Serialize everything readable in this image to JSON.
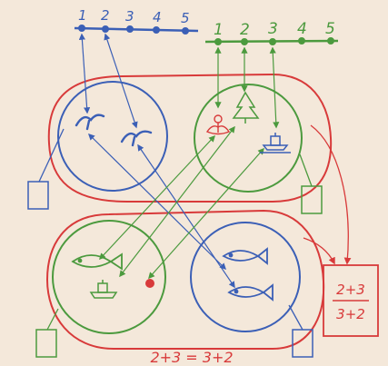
{
  "palette": {
    "paper": "#f4e8da",
    "blue": "#3b5fb6",
    "green": "#4c9a3e",
    "red": "#d83a3a"
  },
  "blue_number_line": {
    "labels": [
      "1",
      "2",
      "3",
      "4",
      "5"
    ]
  },
  "green_number_line": {
    "labels": [
      "1",
      "2",
      "3",
      "4",
      "5"
    ]
  },
  "fraction_box": {
    "numerator": "2+3",
    "denominator": "3+2"
  },
  "bottom_equation": "2+3 = 3+2",
  "icons": {
    "top_left_set": [
      "bird-icon",
      "bird-icon"
    ],
    "top_right_set": [
      "flower-icon",
      "tree-icon",
      "boat-icon"
    ],
    "bottom_left_set": [
      "fish-icon",
      "boat-icon",
      "dot-icon"
    ],
    "bottom_right_set": [
      "fish-icon",
      "fish-icon"
    ]
  }
}
